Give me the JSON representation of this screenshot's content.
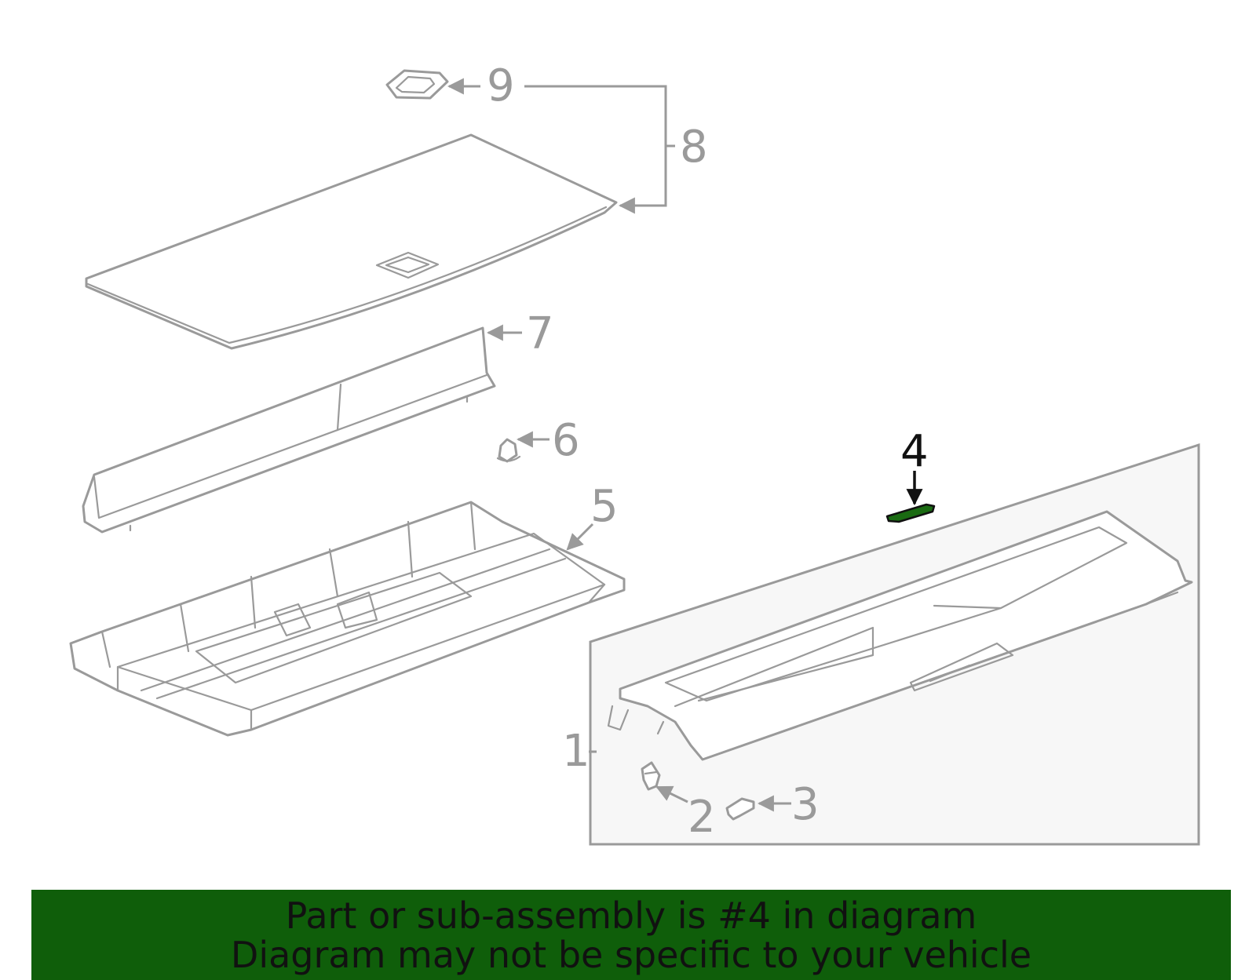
{
  "diagram": {
    "callouts": {
      "c1": "1",
      "c2": "2",
      "c3": "3",
      "c4": "4",
      "c5": "5",
      "c6": "6",
      "c7": "7",
      "c8": "8",
      "c9": "9"
    },
    "highlighted_part": "4",
    "highlight_color": "#1a6b12",
    "line_color": "#9a9a9a"
  },
  "banner": {
    "line1": "Part or sub-assembly is #4 in diagram",
    "line2": "Diagram may not be specific to your vehicle",
    "background": "#0f5e0a"
  }
}
